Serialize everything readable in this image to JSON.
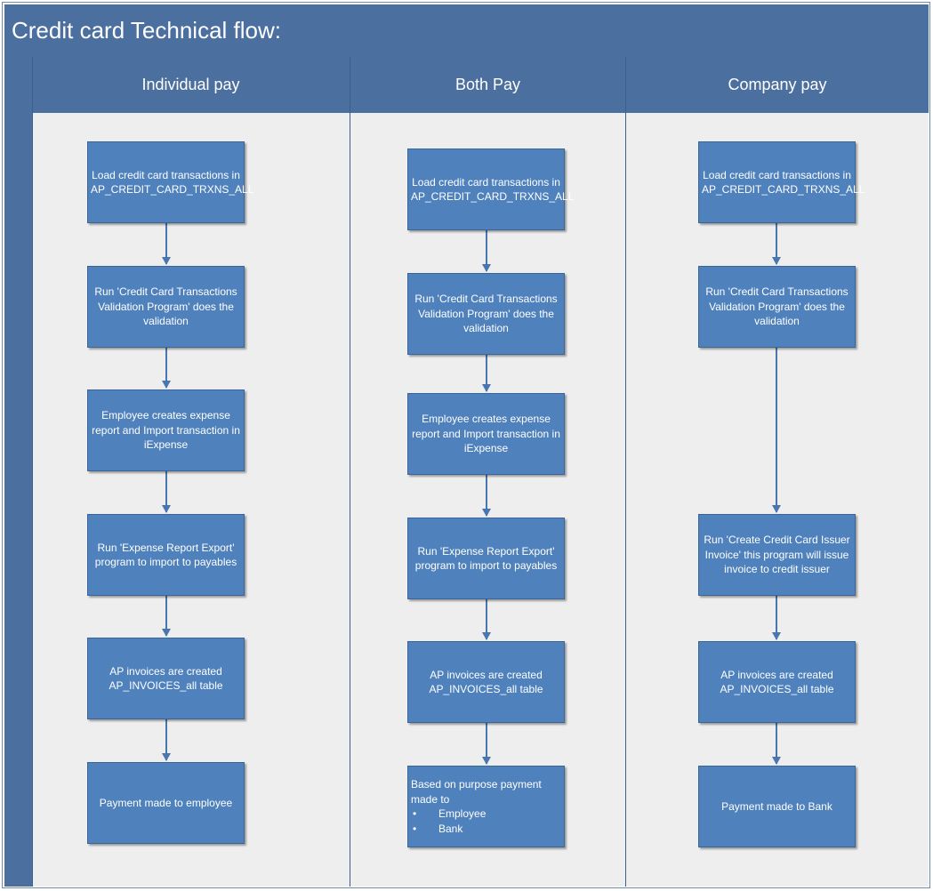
{
  "title": "Credit card Technical flow:",
  "lanes": [
    {
      "header": "Individual pay",
      "steps": [
        "Load credit card transactions in AP_CREDIT_CARD_TRXNS_ALL",
        "Run 'Credit Card Transactions Validation Program' does the validation",
        "Employee creates expense report and Import transaction in iExpense",
        "Run 'Expense Report Export' program to import to payables",
        "AP invoices are created AP_INVOICES_all table",
        "Payment made to employee"
      ]
    },
    {
      "header": "Both Pay",
      "steps": [
        "Load credit card transactions in AP_CREDIT_CARD_TRXNS_ALL",
        "Run 'Credit Card Transactions Validation Program' does the validation",
        "Employee creates expense report and Import transaction in iExpense",
        "Run 'Expense Report Export' program to import to payables",
        "AP invoices are created AP_INVOICES_all table"
      ],
      "final_step": {
        "text": "Based on purpose payment made to",
        "bullets": [
          "Employee",
          "Bank"
        ]
      }
    },
    {
      "header": "Company pay",
      "steps": [
        "Load credit card transactions in AP_CREDIT_CARD_TRXNS_ALL",
        "Run 'Credit Card Transactions Validation Program' does the validation",
        "Run 'Create Credit Card Issuer Invoice' this program will issue invoice to credit issuer",
        "AP invoices are created AP_INVOICES_all table",
        "Payment made to Bank"
      ]
    }
  ],
  "colors": {
    "header": "#4b6f9f",
    "box": "#4f81bd",
    "arrow": "#4a76b0",
    "lane": "#eeeeee"
  }
}
